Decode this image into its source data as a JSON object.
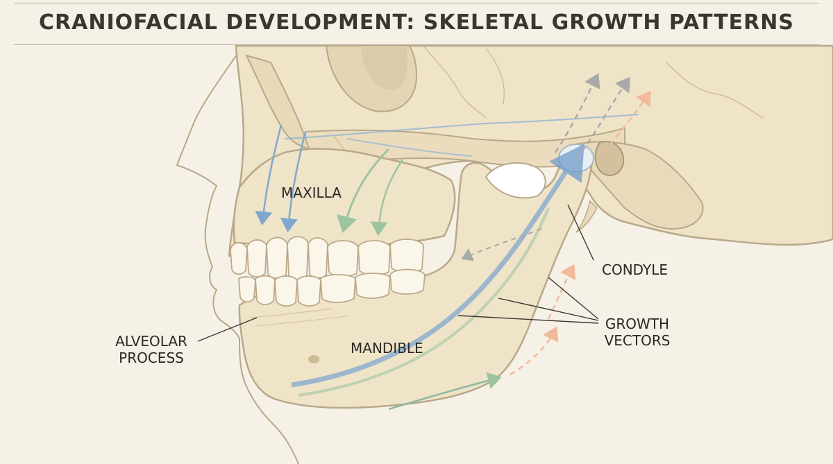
{
  "title": "CRANIOFACIAL DEVELOPMENT: SKELETAL GROWTH PATTERNS",
  "labels": {
    "maxilla": "MAXILLA",
    "mandible": "MANDIBLE",
    "condyle": "CONDYLE",
    "growth_vectors_line1": "GROWTH",
    "growth_vectors_line2": "VECTORS",
    "alveolar_line1": "ALVEOLAR",
    "alveolar_line2": "PROCESS"
  },
  "colors": {
    "background": "#f6f1e6",
    "bone": "#efe3c8",
    "bone_outline": "#b8a88a",
    "vector_blue": "#7fa8cf",
    "vector_green": "#9cc4a0",
    "vector_peach": "#f2b99a",
    "vector_gray": "#a9a9a9"
  }
}
